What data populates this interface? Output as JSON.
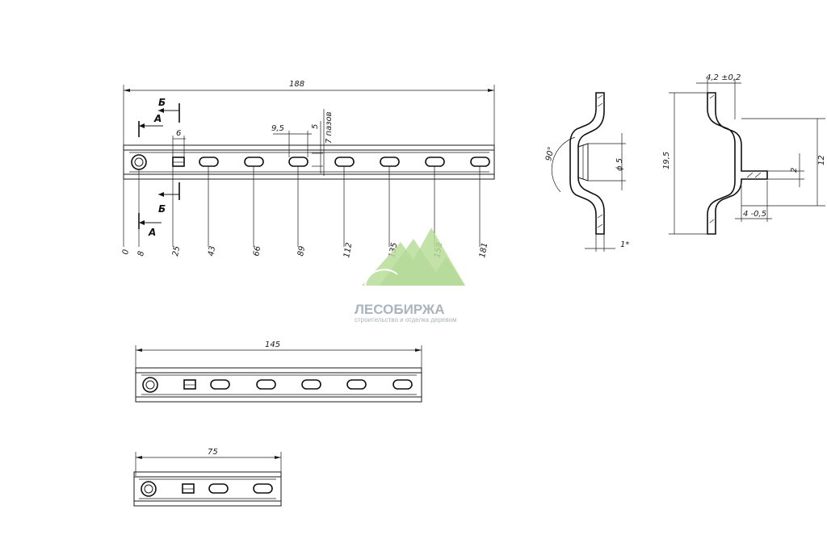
{
  "main_view": {
    "overall_length": "188",
    "slot_count_label": "7 пазов",
    "square_width": "6",
    "slot_length": "9,5",
    "slot_height": "5",
    "section_b": "Б",
    "section_a": "А",
    "positions": [
      "0",
      "8",
      "25",
      "43",
      "66",
      "89",
      "112",
      "135",
      "158",
      "181"
    ]
  },
  "section_view_1": {
    "angle": "90°",
    "hole_diameter": "ϕ 5",
    "thickness": "1*"
  },
  "section_view_2": {
    "top_width": "4,2 ±0,2",
    "height_total": "19,5",
    "height_right": "12",
    "tab_height": "2",
    "tab_length": "4 -0,5"
  },
  "view_145": {
    "length": "145"
  },
  "view_75": {
    "length": "75"
  },
  "watermark": {
    "title": "ЛЕСОБИРЖА",
    "subtitle": "строительство и отделка деревом",
    "color": "#9ccf70"
  }
}
